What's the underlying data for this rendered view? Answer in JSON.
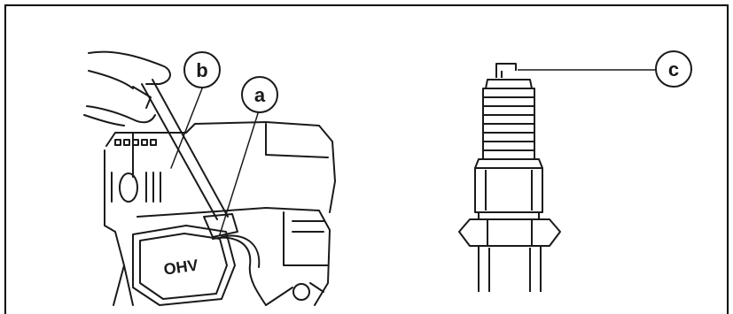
{
  "callouts": {
    "a": "a",
    "b": "b",
    "c": "c"
  },
  "engine_marks": {
    "valve_cover": "OHV"
  },
  "colors": {
    "line": "#1a1a1a",
    "frame": "#000000",
    "background": "#ffffff"
  }
}
